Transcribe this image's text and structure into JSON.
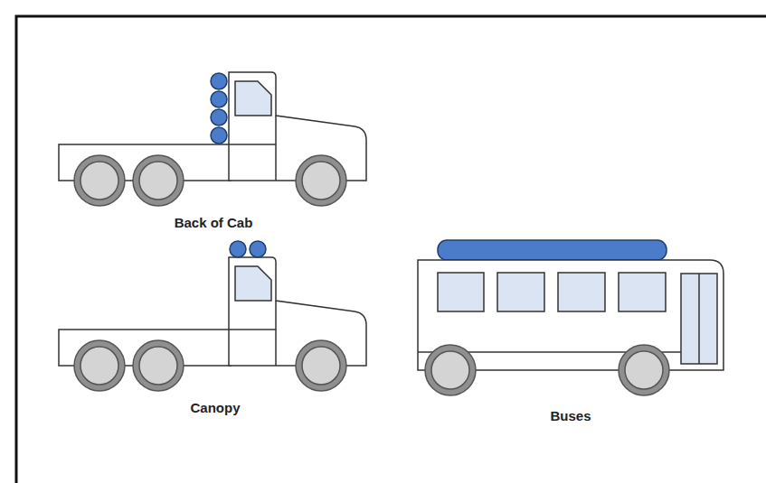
{
  "diagram": {
    "labels": [
      "Back of Cab",
      "Canopy",
      "Buses"
    ]
  }
}
